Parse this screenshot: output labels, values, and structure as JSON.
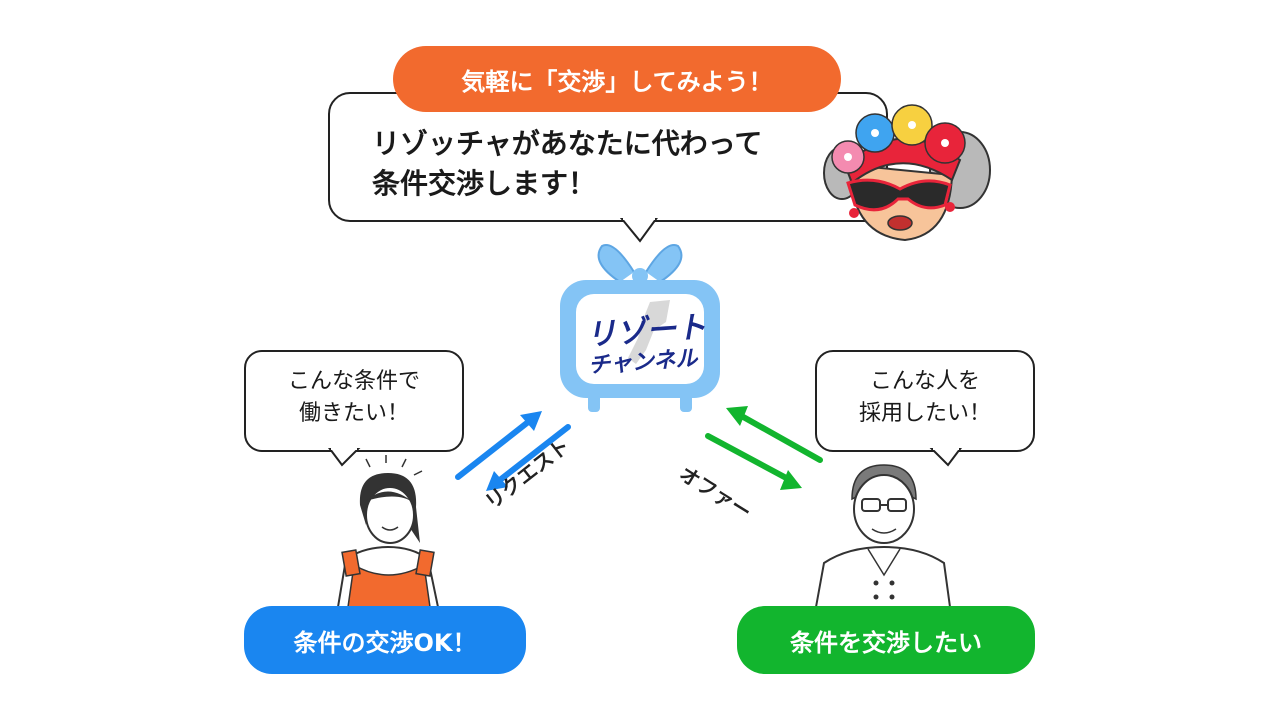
{
  "top": {
    "headline": "気軽に「交渉」してみよう！",
    "message": "リゾッチャがあなたに代わって\n条件交渉します！"
  },
  "center": {
    "logo_line1": "リゾート",
    "logo_line2": "チャンネル"
  },
  "left": {
    "speech": "こんな条件で\n働きたい！",
    "arrow_label": "リクエスト",
    "pill": "条件の交渉OK！"
  },
  "right": {
    "speech": "こんな人を\n採用したい！",
    "arrow_label": "オファー",
    "pill": "条件を交渉したい"
  },
  "colors": {
    "orange": "#f26a2e",
    "blue": "#1a86f0",
    "green": "#12b52e",
    "tv": "#84c4f5",
    "navy": "#1a2a8a"
  }
}
